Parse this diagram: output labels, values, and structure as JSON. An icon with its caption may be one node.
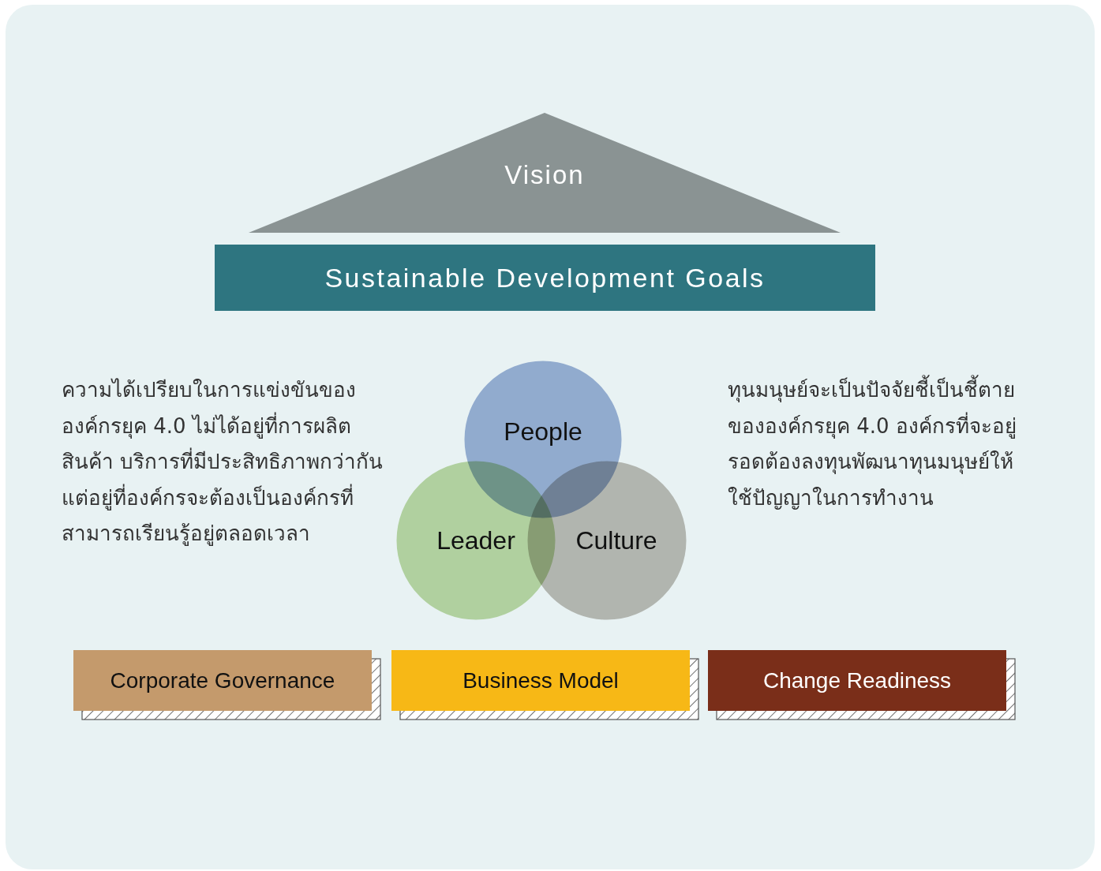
{
  "diagram": {
    "nodes": [
      {
        "text": [
          "Vision"
        ]
      },
      {
        "text": [
          "Sustainable Development Goals"
        ]
      },
      {
        "text": [
          "People"
        ]
      },
      {
        "text": [
          "Leader"
        ]
      },
      {
        "text": [
          "Culture"
        ]
      },
      {
        "text": [
          "Corporate Governance"
        ]
      },
      {
        "text": [
          "Business Model"
        ]
      },
      {
        "text": [
          "Change Readiness"
        ]
      }
    ],
    "labels": [
      "ความได้เปรียบในการแข่งขันขององค์กรยุค 4.0 ไม่ได้อยู่ที่การผลิตสินค้า บริการที่มีประสิทธิภาพกว่ากัน แต่อยู่ที่องค์กรจะต้องเป็นองค์กรที่สามารถเรียนรู้อยู่ตลอดเวลา",
      "ทุนมนุษย์จะเป็นปัจจัยชี้เป็นชี้ตายขององค์กรยุค 4.0 องค์กรที่จะอยู่รอดต้องลงทุนพัฒนาทุนมนุษย์ให้ใช้ปัญญาในการทำงาน"
    ]
  }
}
